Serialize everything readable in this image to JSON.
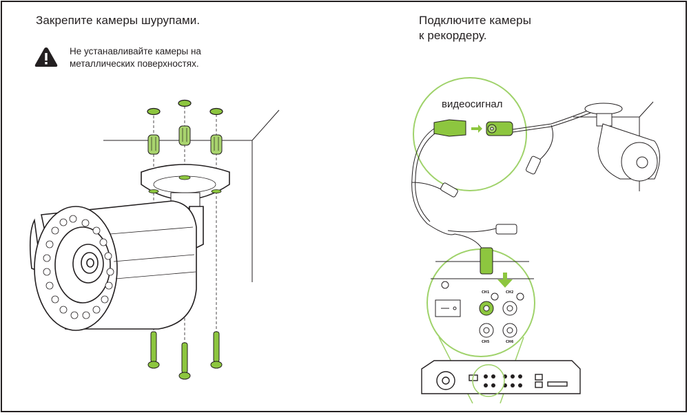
{
  "left_panel": {
    "title": "Закрепите камеры шурупами.",
    "warning": {
      "icon": "warning-triangle-icon",
      "line1": "Не устанавливайте камеры на",
      "line2": "металлических поверхностях."
    },
    "illustration": "camera-mount-with-screws-and-anchors"
  },
  "right_panel": {
    "title_line1": "Подключите камеры",
    "title_line2": "к рекордеру.",
    "zoom_callout_label": "видеосигнал",
    "channel_labels": [
      "CH1",
      "CH2",
      "CH5",
      "CH6"
    ],
    "illustration": "camera-connected-to-dvr"
  },
  "colors": {
    "accent_green": "#8dc63f",
    "line_dark": "#231f20",
    "callout_circle": "#9fd26a"
  }
}
